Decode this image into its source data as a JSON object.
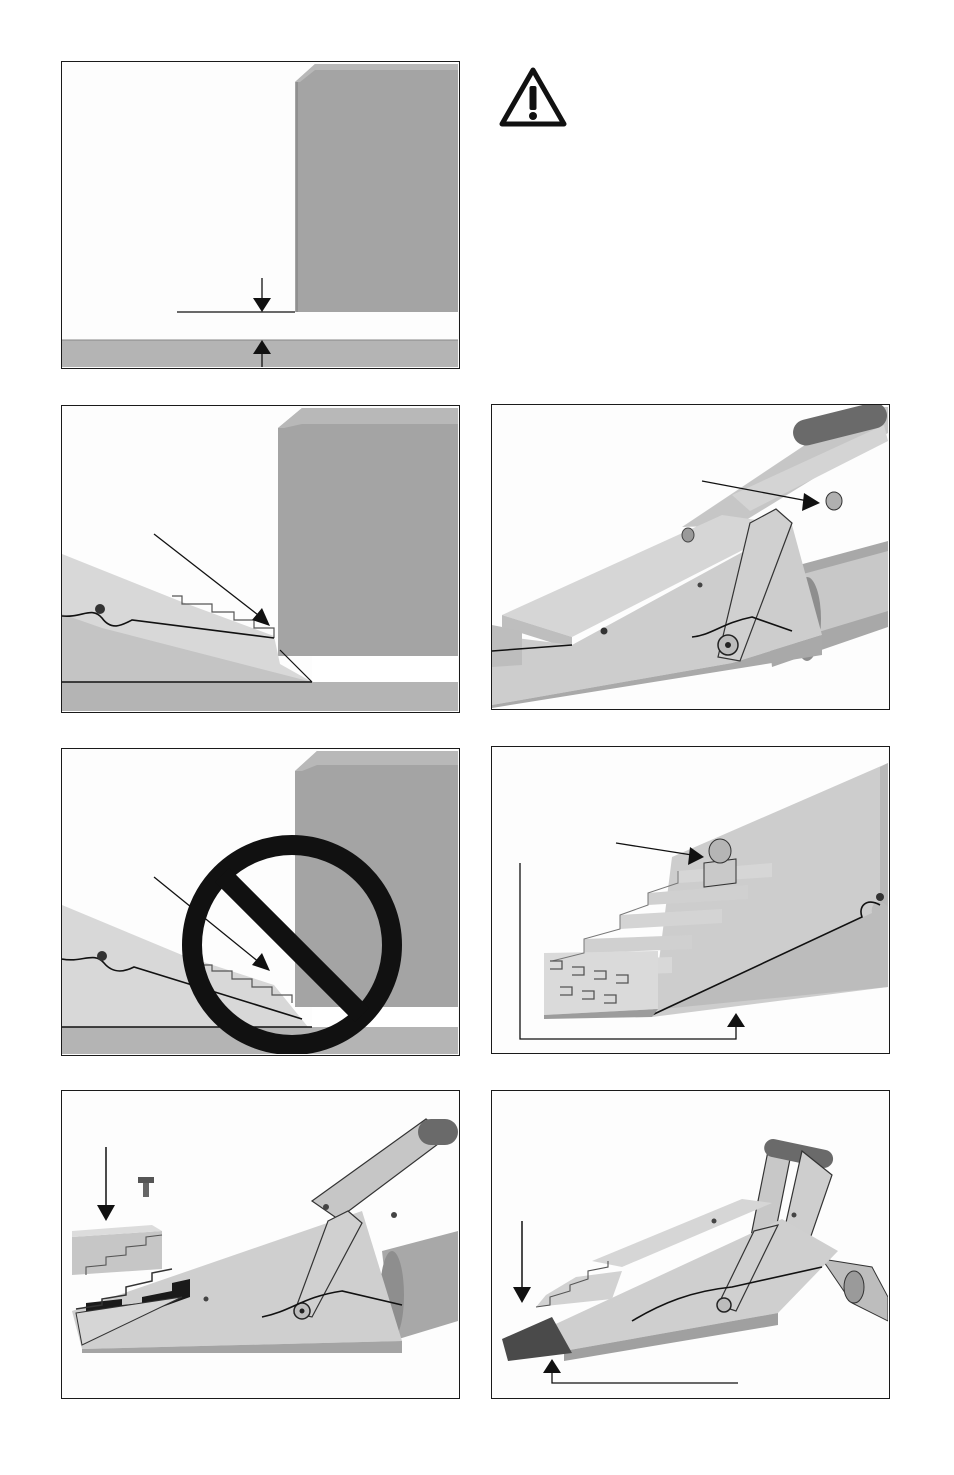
{
  "page": {
    "panels": [
      {
        "id": "fig-1",
        "content": "gap-between-load-and-floor"
      },
      {
        "id": "fig-2",
        "content": "wedge-correct-position"
      },
      {
        "id": "fig-3",
        "content": "wedge-handle-pin"
      },
      {
        "id": "fig-4",
        "content": "wedge-incorrect-position"
      },
      {
        "id": "fig-5",
        "content": "wedge-tip-nut"
      },
      {
        "id": "fig-6",
        "content": "wedge-tip-insert-replacement"
      },
      {
        "id": "fig-7",
        "content": "wedge-tip-insertion-height"
      }
    ],
    "icons": [
      "warning-triangle-icon",
      "prohibited-icon"
    ]
  },
  "colors": {
    "load_block": "#a4a4a4",
    "floor": "#b4b4b4",
    "wedge_light": "#d8d8d8",
    "wedge_mid": "#c2c2c2",
    "wedge_dark": "#9a9a9a",
    "outline": "#111111",
    "prohibited": "#111111"
  }
}
